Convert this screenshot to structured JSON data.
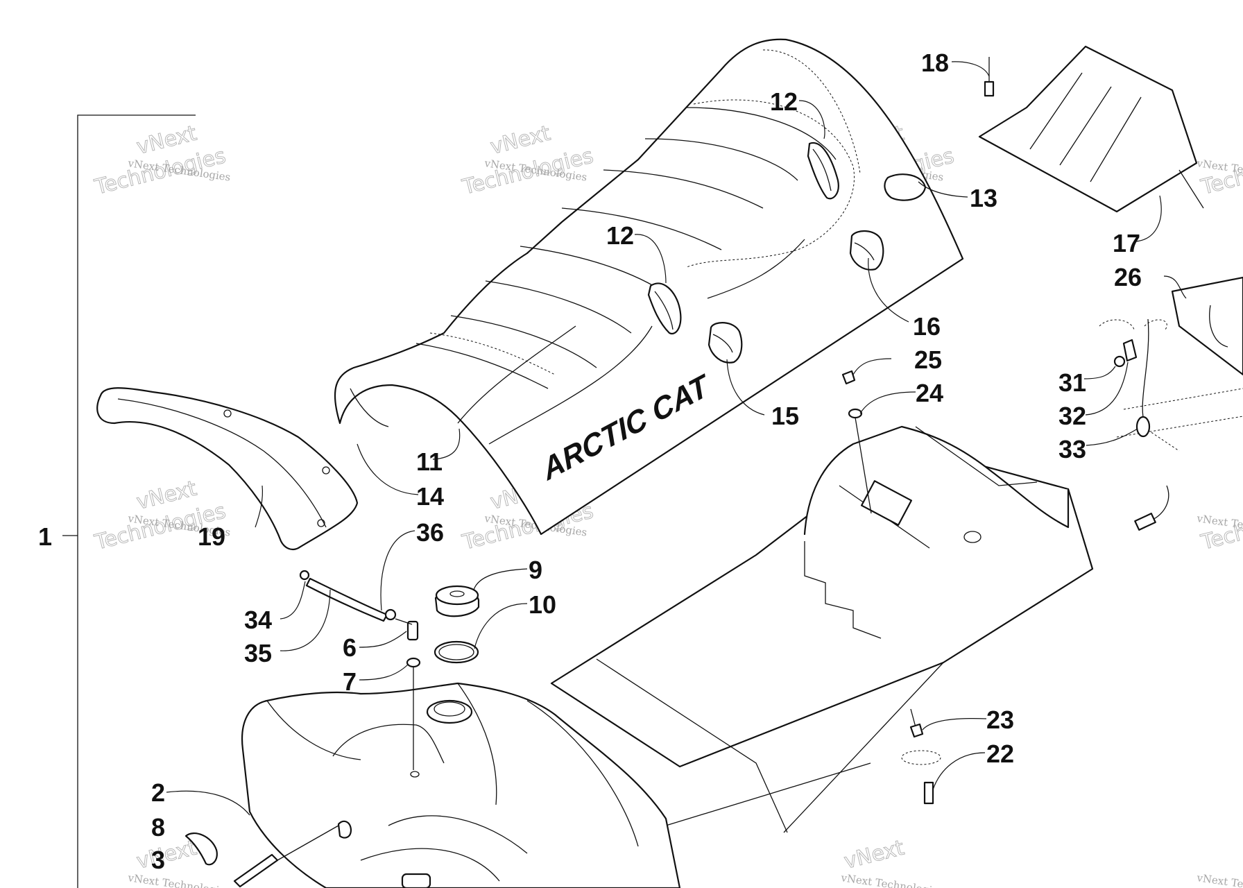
{
  "brand_label": "ARCTIC CAT",
  "watermark": {
    "line1": "vNext",
    "line2": "vNext Technologies",
    "line3": "Technologies"
  },
  "callouts": [
    {
      "id": "c1",
      "text": "1"
    },
    {
      "id": "c2",
      "text": "2"
    },
    {
      "id": "c3",
      "text": "3"
    },
    {
      "id": "c6",
      "text": "6"
    },
    {
      "id": "c7",
      "text": "7"
    },
    {
      "id": "c8",
      "text": "8"
    },
    {
      "id": "c9",
      "text": "9"
    },
    {
      "id": "c10",
      "text": "10"
    },
    {
      "id": "c11",
      "text": "11"
    },
    {
      "id": "c12a",
      "text": "12"
    },
    {
      "id": "c12b",
      "text": "12"
    },
    {
      "id": "c13",
      "text": "13"
    },
    {
      "id": "c14",
      "text": "14"
    },
    {
      "id": "c15",
      "text": "15"
    },
    {
      "id": "c16",
      "text": "16"
    },
    {
      "id": "c17",
      "text": "17"
    },
    {
      "id": "c18",
      "text": "18"
    },
    {
      "id": "c19",
      "text": "19"
    },
    {
      "id": "c22",
      "text": "22"
    },
    {
      "id": "c23",
      "text": "23"
    },
    {
      "id": "c24",
      "text": "24"
    },
    {
      "id": "c25",
      "text": "25"
    },
    {
      "id": "c26",
      "text": "26"
    },
    {
      "id": "c31",
      "text": "31"
    },
    {
      "id": "c32",
      "text": "32"
    },
    {
      "id": "c33",
      "text": "33"
    },
    {
      "id": "c34",
      "text": "34"
    },
    {
      "id": "c35",
      "text": "35"
    },
    {
      "id": "c36",
      "text": "36"
    }
  ]
}
